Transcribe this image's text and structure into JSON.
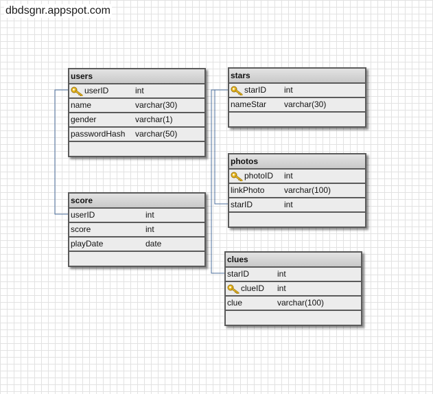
{
  "site": {
    "title": "dbdsgnr.appspot.com"
  },
  "tables": {
    "users": {
      "name": "users",
      "fields": [
        {
          "name": "userID",
          "type": "int"
        },
        {
          "name": "name",
          "type": "varchar(30)"
        },
        {
          "name": "gender",
          "type": "varchar(1)"
        },
        {
          "name": "passwordHash",
          "type": "varchar(50)"
        }
      ]
    },
    "score": {
      "name": "score",
      "fields": [
        {
          "name": "userID",
          "type": "int"
        },
        {
          "name": "score",
          "type": "int"
        },
        {
          "name": "playDate",
          "type": "date"
        }
      ]
    },
    "stars": {
      "name": "stars",
      "fields": [
        {
          "name": "starID",
          "type": "int"
        },
        {
          "name": "nameStar",
          "type": "varchar(30)"
        }
      ]
    },
    "photos": {
      "name": "photos",
      "fields": [
        {
          "name": "photoID",
          "type": "int"
        },
        {
          "name": "linkPhoto",
          "type": "varchar(100)"
        },
        {
          "name": "starID",
          "type": "int"
        }
      ]
    },
    "clues": {
      "name": "clues",
      "fields": [
        {
          "name": "starID",
          "type": "int"
        },
        {
          "name": "clueID",
          "type": "int"
        },
        {
          "name": "clue",
          "type": "varchar(100)"
        }
      ]
    }
  },
  "colors": {
    "relation_line": "#4a6c9b",
    "key_icon": "#e8b820",
    "table_border": "#5a5a5a"
  }
}
